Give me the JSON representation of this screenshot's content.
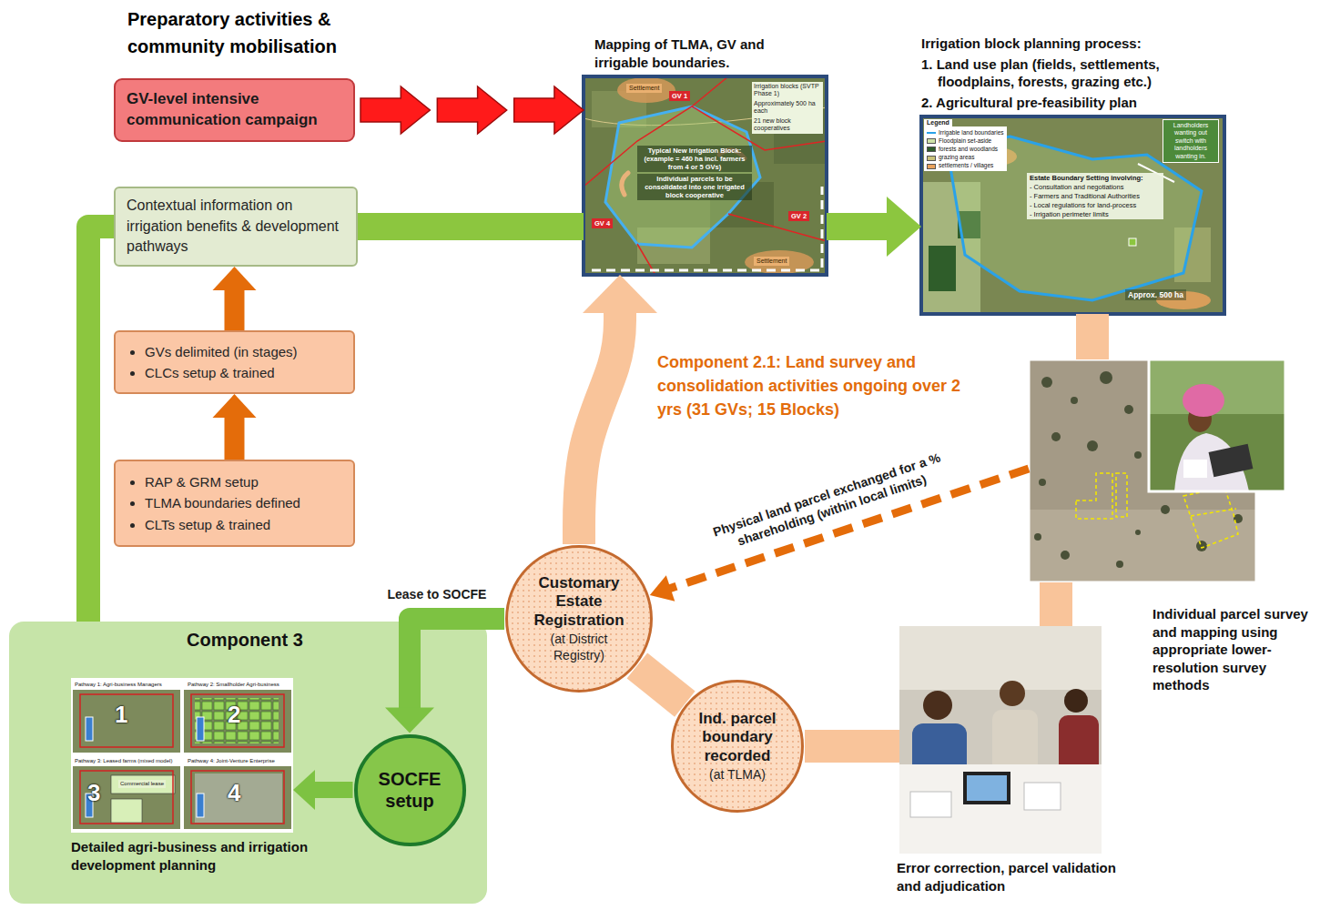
{
  "diagram": {
    "nodes": [
      {
        "text": [
          "GV-level intensive communication campaign"
        ]
      },
      {
        "text": [
          "Contextual information on irrigation benefits & development pathways"
        ]
      },
      {
        "text": [
          "GVs delimited (in stages)",
          "CLCs setup & trained"
        ]
      },
      {
        "text": [
          "RAP & GRM setup",
          "TLMA boundaries defined",
          "CLTs setup & trained"
        ]
      },
      {
        "text": [
          "Mapping of TLMA, GV and irrigable boundaries."
        ]
      },
      {
        "text": [
          "Irrigation block planning process:",
          "1. Land use plan (fields, settlements, floodplains, forests, grazing etc.)",
          "2. Agricultural pre-feasibility plan"
        ]
      },
      {
        "text": [
          "Individual parcel survey and mapping using appropriate lower-resolution survey methods"
        ]
      },
      {
        "text": [
          "Error correction, parcel validation and adjudication"
        ]
      },
      {
        "text": [
          "Ind. parcel boundary recorded",
          "(at TLMA)"
        ]
      },
      {
        "text": [
          "Customary Estate Registration",
          "(at District Registry)"
        ]
      },
      {
        "text": [
          "Component 3"
        ]
      },
      {
        "text": [
          "Detailed agri-business and irrigation development planning"
        ],
        "in": 10
      },
      {
        "text": [
          "SOCFE setup"
        ],
        "in": 10
      }
    ],
    "edges": [
      {
        "from": 0,
        "to": 4,
        "arrow": "to"
      },
      {
        "from": 3,
        "to": 2,
        "arrow": "to"
      },
      {
        "from": 2,
        "to": 1,
        "arrow": "to"
      },
      {
        "from": 1,
        "to": 4,
        "arrow": "none"
      },
      {
        "from": 4,
        "to": 5,
        "arrow": "to"
      },
      {
        "from": 10,
        "to": 1,
        "arrow": "none"
      },
      {
        "from": 5,
        "to": 6,
        "arrow": "none"
      },
      {
        "from": 6,
        "to": 7,
        "arrow": "none"
      },
      {
        "from": 7,
        "to": 8,
        "arrow": "none"
      },
      {
        "from": 8,
        "to": 9,
        "arrow": "none"
      },
      {
        "from": 9,
        "to": 4,
        "arrow": "to"
      },
      {
        "from": 6,
        "to": 9,
        "label": "Physical land parcel exchanged for a % shareholding (within local limits)",
        "arrow": "to"
      },
      {
        "from": 9,
        "to": 12,
        "label": "Lease to SOCFE",
        "arrow": "to"
      },
      {
        "from": 12,
        "to": 11,
        "arrow": "to"
      }
    ],
    "labels": [
      "Preparatory activities & community mobilisation",
      "Component 2.1: Land survey and consolidation activities ongoing over 2 yrs (31 GVs; 15 Blocks)",
      "Irrigation blocks (SVTP Phase 1)",
      "Approximately 500 ha each",
      "21 new block cooperatives",
      "Typical New Irrigation Block: (example = 460 ha incl. farmers from 4 or 5 GVs)",
      "Individual parcels to be consolidated into one irrigated block cooperative",
      "GV 1",
      "GV 2",
      "GV 4",
      "Settlement",
      "Settlement",
      "Legend",
      "Landholders wanting out switch with landholders wanting in.",
      "Estate Boundary Setting involving:",
      "- Consultation and negotiations",
      "- Farmers and Traditional Authorities",
      "- Local regulations for land-process",
      "- Irrigation perimeter limits",
      "Approx. 500 ha",
      "Pathway 1: Agri-business Managers",
      "Pathway 2: Smallholder Agri-business",
      "Pathway 3: Leased farms (mixed model)",
      "Pathway 4: Joint-Venture Enterprise",
      "1",
      "2",
      "3",
      "4",
      "Commercial lease"
    ],
    "legend": [
      {
        "text": "Irrigable land boundaries"
      },
      {
        "text": "Floodplain set-aside",
        "color": "#cfe3a8"
      },
      {
        "text": "forests and woodlands",
        "color": "#2f5d2a"
      },
      {
        "text": "grazing areas",
        "color": "#c9c27a"
      },
      {
        "text": "settlements / villages",
        "color": "#e9a25c"
      }
    ]
  }
}
